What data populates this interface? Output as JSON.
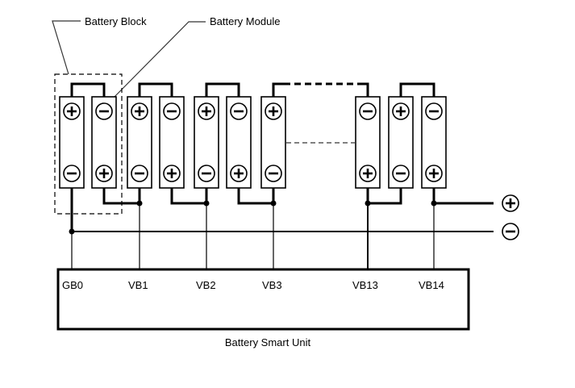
{
  "diagram": {
    "labels": {
      "battery_block": "Battery Block",
      "battery_module": "Battery Module",
      "smart_unit": "Battery Smart Unit"
    },
    "cells": [
      {
        "id": "c1",
        "top": "+",
        "bottom": "-"
      },
      {
        "id": "c2",
        "top": "-",
        "bottom": "+"
      },
      {
        "id": "c3",
        "top": "+",
        "bottom": "-"
      },
      {
        "id": "c4",
        "top": "-",
        "bottom": "+"
      },
      {
        "id": "c5",
        "top": "+",
        "bottom": "-"
      },
      {
        "id": "c6",
        "top": "-",
        "bottom": "+"
      },
      {
        "id": "c7",
        "top": "+",
        "bottom": "-"
      },
      {
        "id": "c8",
        "top": "-",
        "bottom": "+"
      },
      {
        "id": "c9",
        "top": "+",
        "bottom": "-"
      },
      {
        "id": "c10",
        "top": "-",
        "bottom": "+"
      }
    ],
    "taps": [
      "GB0",
      "VB1",
      "VB2",
      "VB3",
      "VB13",
      "VB14"
    ],
    "outputs": {
      "positive": "+",
      "negative": "-"
    },
    "colors": {
      "line": "#000000",
      "background": "#ffffff",
      "leader": "#333333"
    }
  }
}
